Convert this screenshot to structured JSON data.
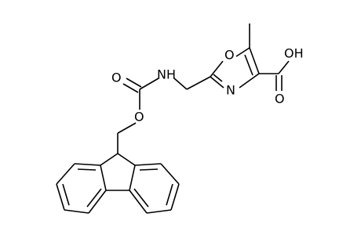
{
  "colors": {
    "background": "#ffffff",
    "bond": "#000000",
    "label": "#000000"
  },
  "atoms": [
    {
      "id": "o-carbonyl",
      "text": "O"
    },
    {
      "id": "nh",
      "text": "NH"
    },
    {
      "id": "o-ester",
      "text": "O"
    },
    {
      "id": "o-ring",
      "text": "O"
    },
    {
      "id": "n-ring",
      "text": "N"
    },
    {
      "id": "oh",
      "text": "OH"
    },
    {
      "id": "o-acid",
      "text": "O"
    }
  ]
}
